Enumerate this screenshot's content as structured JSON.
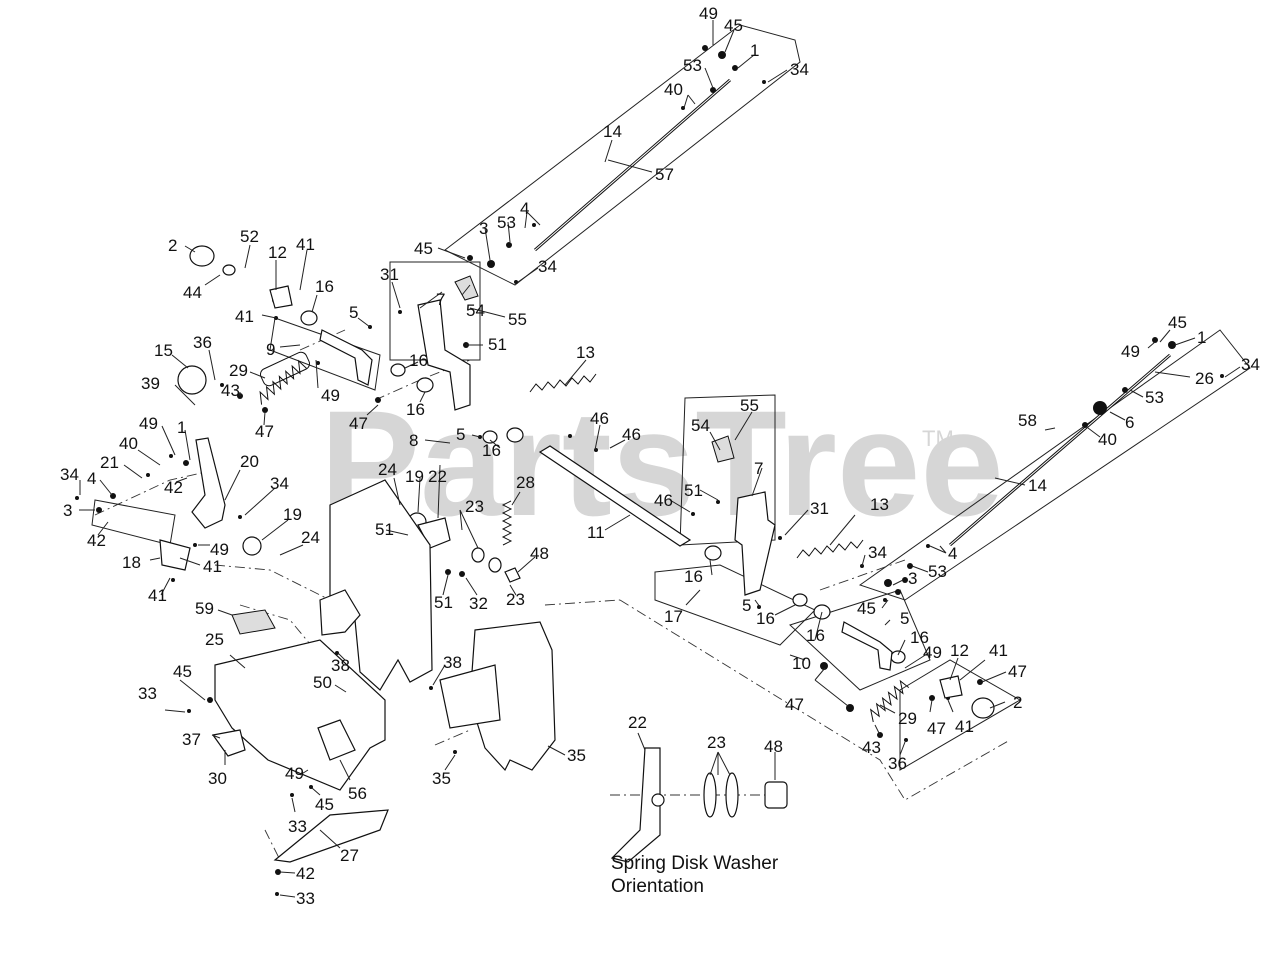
{
  "watermark": {
    "text": "PartsTree",
    "trademark": "TM"
  },
  "inset_caption": {
    "line1": "Spring Disk Washer",
    "line2": "Orientation"
  },
  "callouts": {
    "c001": "49",
    "c002": "45",
    "c003": "1",
    "c004": "34",
    "c005": "53",
    "c006": "40",
    "c007": "14",
    "c008": "57",
    "c009": "3",
    "c010": "53",
    "c011": "4",
    "c012": "45",
    "c013": "34",
    "c014": "31",
    "c015": "7",
    "c016": "54",
    "c017": "55",
    "c018": "2",
    "c019": "52",
    "c020": "12",
    "c021": "41",
    "c022": "44",
    "c023": "16",
    "c024": "41",
    "c025": "5",
    "c026": "9",
    "c027": "51",
    "c028": "13",
    "c029": "15",
    "c030": "36",
    "c031": "29",
    "c032": "16",
    "c033": "39",
    "c034": "43",
    "c035": "49",
    "c036": "47",
    "c037": "16",
    "c038": "47",
    "c039": "8",
    "c040": "5",
    "c041": "16",
    "c042": "46",
    "c043": "46",
    "c044": "49",
    "c045": "1",
    "c046": "40",
    "c047": "21",
    "c048": "42",
    "c049": "20",
    "c050": "34",
    "c051": "4",
    "c052": "34",
    "c053": "3",
    "c054": "42",
    "c055": "24",
    "c056": "19",
    "c057": "22",
    "c058": "28",
    "c059": "19",
    "c060": "23",
    "c061": "24",
    "c062": "51",
    "c063": "49",
    "c064": "18",
    "c065": "41",
    "c066": "41",
    "c067": "48",
    "c068": "51",
    "c069": "32",
    "c070": "23",
    "c071": "46",
    "c072": "51",
    "c073": "11",
    "c074": "31",
    "c075": "13",
    "c076": "16",
    "c077": "5",
    "c078": "17",
    "c079": "16",
    "c080": "59",
    "c081": "25",
    "c082": "38",
    "c083": "38",
    "c084": "50",
    "c085": "45",
    "c086": "33",
    "c087": "37",
    "c088": "30",
    "c089": "49",
    "c090": "45",
    "c091": "56",
    "c092": "33",
    "c093": "27",
    "c094": "42",
    "c095": "33",
    "c096": "35",
    "c097": "35",
    "c098": "22",
    "c099": "23",
    "c100": "48",
    "c101": "55",
    "c102": "54",
    "c103": "7",
    "c104": "45",
    "c105": "49",
    "c106": "1",
    "c107": "34",
    "c108": "26",
    "c109": "53",
    "c110": "6",
    "c111": "40",
    "c112": "58",
    "c113": "14",
    "c114": "4",
    "c115": "34",
    "c116": "53",
    "c117": "3",
    "c118": "45",
    "c119": "5",
    "c120": "16",
    "c121": "16",
    "c122": "10",
    "c123": "49",
    "c124": "12",
    "c125": "41",
    "c126": "47",
    "c127": "47",
    "c128": "2",
    "c129": "41",
    "c130": "47",
    "c131": "29",
    "c132": "43",
    "c133": "36"
  }
}
